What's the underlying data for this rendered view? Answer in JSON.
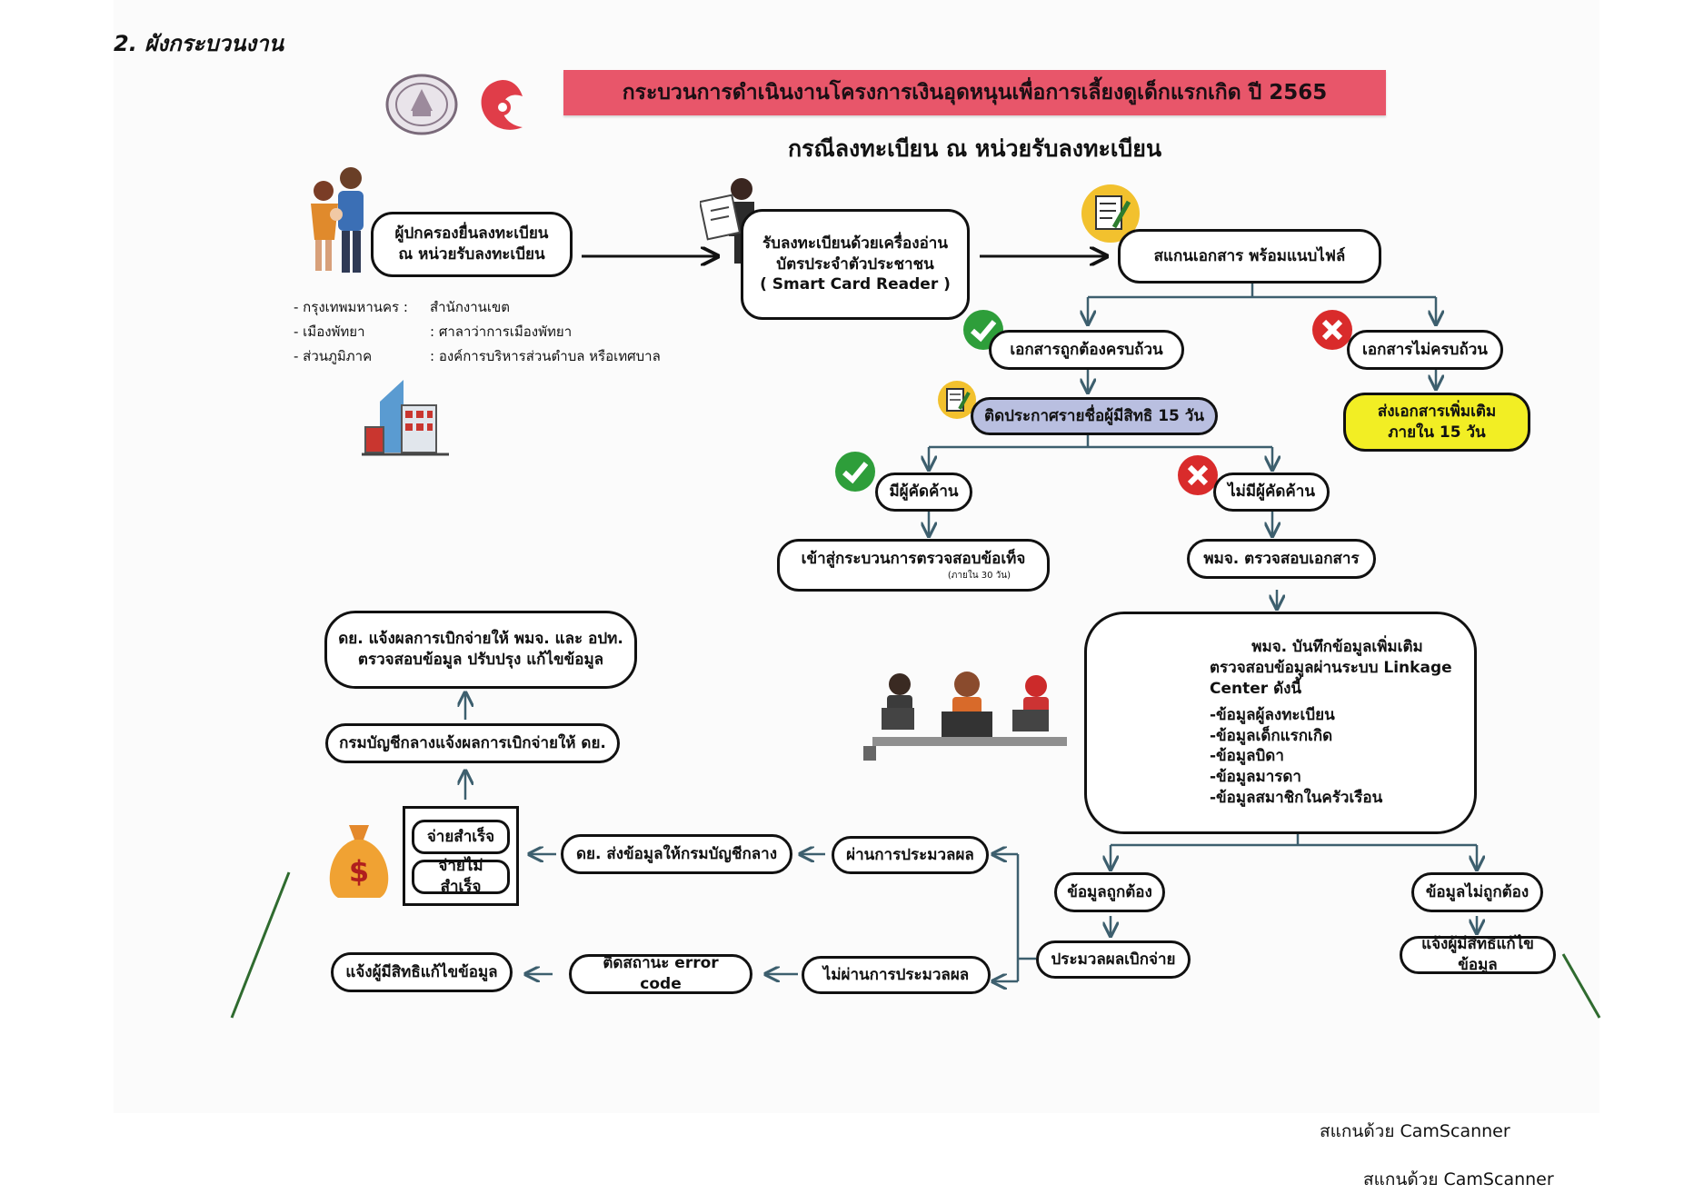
{
  "page_heading": "2. ผังกระบวนงาน",
  "banner": "กระบวนการดำเนินงานโครงการเงินอุดหนุนเพื่อการเลี้ยงดูเด็กแรกเกิด ปี 2565",
  "subtitle": "กรณีลงทะเบียน ณ หน่วยรับลงทะเบียน",
  "boxes": {
    "guardian": [
      "ผู้ปกครองยื่นลงทะเบียน",
      "ณ หน่วยรับลงทะเบียน"
    ],
    "register": [
      "รับลงทะเบียนด้วยเครื่องอ่าน",
      "บัตรประจำตัวประชาชน",
      "( Smart Card Reader )"
    ],
    "scan": "สแกนเอกสาร พร้อมแนบไฟล์",
    "docs_complete": "เอกสารถูกต้องครบถ้วน",
    "docs_incomplete": "เอกสารไม่ครบถ้วน",
    "send_more": [
      "ส่งเอกสารเพิ่มเติม",
      "ภายใน 15 วัน"
    ],
    "announce": "ติดประกาศรายชื่อผู้มีสิทธิ 15 วัน",
    "objection": "มีผู้คัดค้าน",
    "no_objection": "ไม่มีผู้คัดค้าน",
    "fact_check": "เข้าสู่กระบวนการตรวจสอบข้อเท็จ",
    "fact_check_note": "(ภายใน 30 วัน)",
    "pmj_check": "พมจ. ตรวจสอบเอกสาร",
    "pmj_record": {
      "lines": [
        "พมจ. บันทึกข้อมูลเพิ่มเติม",
        "ตรวจสอบข้อมูลผ่านระบบ Linkage Center ดังนี้"
      ],
      "items": [
        "-ข้อมูลผู้ลงทะเบียน",
        "-ข้อมูลเด็กแรกเกิด",
        "-ข้อมูลบิดา",
        "-ข้อมูลมารดา",
        "-ข้อมูลสมาชิกในครัวเรือน"
      ]
    },
    "data_correct": "ข้อมูลถูกต้อง",
    "data_incorrect": "ข้อมูลไม่ถูกต้อง",
    "notify_fix_right": "แจ้งผู้มีสิทธิแก้ไขข้อมูล",
    "process_pay": "ประมวลผลเบิกจ่าย",
    "pass": "ผ่านการประมวลผล",
    "fail": "ไม่ผ่านการประมวลผล",
    "dy_send": "ดย. ส่งข้อมูลให้กรมบัญชีกลาง",
    "error_code": "ติดสถานะ error code",
    "notify_fix_left": "แจ้งผู้มีสิทธิแก้ไขข้อมูล",
    "pay_ok": "จ่ายสำเร็จ",
    "pay_fail": "จ่ายไม่สำเร็จ",
    "cgd_notify": "กรมบัญชีกลางแจ้งผลการเบิกจ่ายให้ ดย.",
    "dy_notify": [
      "ดย. แจ้งผลการเบิกจ่ายให้ พมจ. และ อปท.",
      "ตรวจสอบข้อมูล ปรับปรุง แก้ไขข้อมูล"
    ]
  },
  "notes": [
    {
      "key": "- กรุงเทพมหานคร :",
      "value": "สำนักงานเขต"
    },
    {
      "key": "- เมืองพัทยา",
      "value": ": ศาลาว่าการเมืองพัทยา"
    },
    {
      "key": "- ส่วนภูมิภาค",
      "value": ": องค์การบริหารส่วนตำบล หรือเทศบาล"
    }
  ],
  "icons": [
    "government-seal-icon",
    "mother-child-logo-icon",
    "family-icon",
    "officer-icon",
    "document-edit-icon",
    "check-icon",
    "cross-icon",
    "building-icon",
    "staff-computers-icon",
    "money-bag-icon"
  ],
  "colors": {
    "banner": "#e8566a",
    "lilac": "#b9bfe0",
    "yellow": "#f2ee24",
    "check": "#2e9e3a",
    "cross": "#d92b2b",
    "connector": "#3d5f6e"
  },
  "footer_scan": "สแกนด้วย CamScanner",
  "footer_page": "สแกนด้วย CamScanner"
}
